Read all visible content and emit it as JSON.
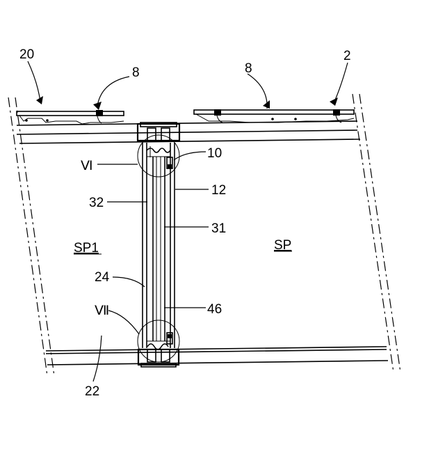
{
  "labels": {
    "ref_20": "20",
    "ref_8_left": "8",
    "ref_8_right": "8",
    "ref_2": "2",
    "ref_VI": "Ⅵ",
    "ref_10": "10",
    "ref_12": "12",
    "ref_32": "32",
    "ref_31": "31",
    "ref_SP1": "SP1",
    "ref_SP": "SP",
    "ref_24": "24",
    "ref_VII": "Ⅶ",
    "ref_46": "46",
    "ref_22": "22"
  }
}
